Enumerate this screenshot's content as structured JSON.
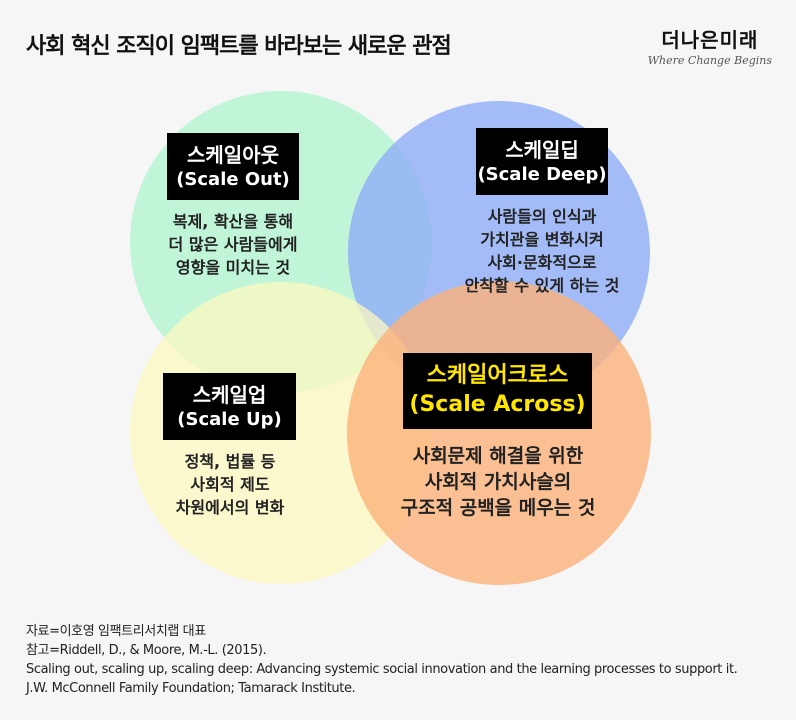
{
  "title": "사회 혁신 조직이 임팩트를 바라보는 새로운 관점",
  "logo": {
    "name": "더나은미래",
    "tagline": "Where Change Begins"
  },
  "colors": {
    "scale_out": "#b6f5d2",
    "scale_deep": "#8eaef7",
    "scale_up": "#fdf8c0",
    "scale_across": "#fbb27a",
    "accent_text": "#ffe600"
  },
  "quadrants": [
    {
      "id": "scale-out",
      "label_ko": "스케일아웃",
      "label_en": "(Scale Out)",
      "desc": [
        "복제, 확산을 통해",
        "더 많은 사람들에게",
        "영향을 미치는 것"
      ]
    },
    {
      "id": "scale-deep",
      "label_ko": "스케일딥",
      "label_en": "(Scale Deep)",
      "desc": [
        "사람들의 인식과",
        "가치관을 변화시켜",
        "사회·문화적으로",
        "안착할 수 있게 하는 것"
      ]
    },
    {
      "id": "scale-up",
      "label_ko": "스케일업",
      "label_en": "(Scale Up)",
      "desc": [
        "정책, 법률 등",
        "사회적 제도",
        "차원에서의 변화"
      ]
    },
    {
      "id": "scale-across",
      "label_ko": "스케일어크로스",
      "label_en": "(Scale Across)",
      "desc": [
        "사회문제 해결을 위한",
        "사회적 가치사슬의",
        "구조적 공백을 메우는 것"
      ]
    }
  ],
  "notes": [
    "자료=이호영 임팩트리서치랩 대표",
    "참고=Riddell, D., & Moore, M.-L. (2015).",
    "Scaling out, scaling up, scaling deep: Advancing systemic social innovation and the learning processes to support it.",
    "J.W. McConnell Family Foundation; Tamarack Institute."
  ]
}
